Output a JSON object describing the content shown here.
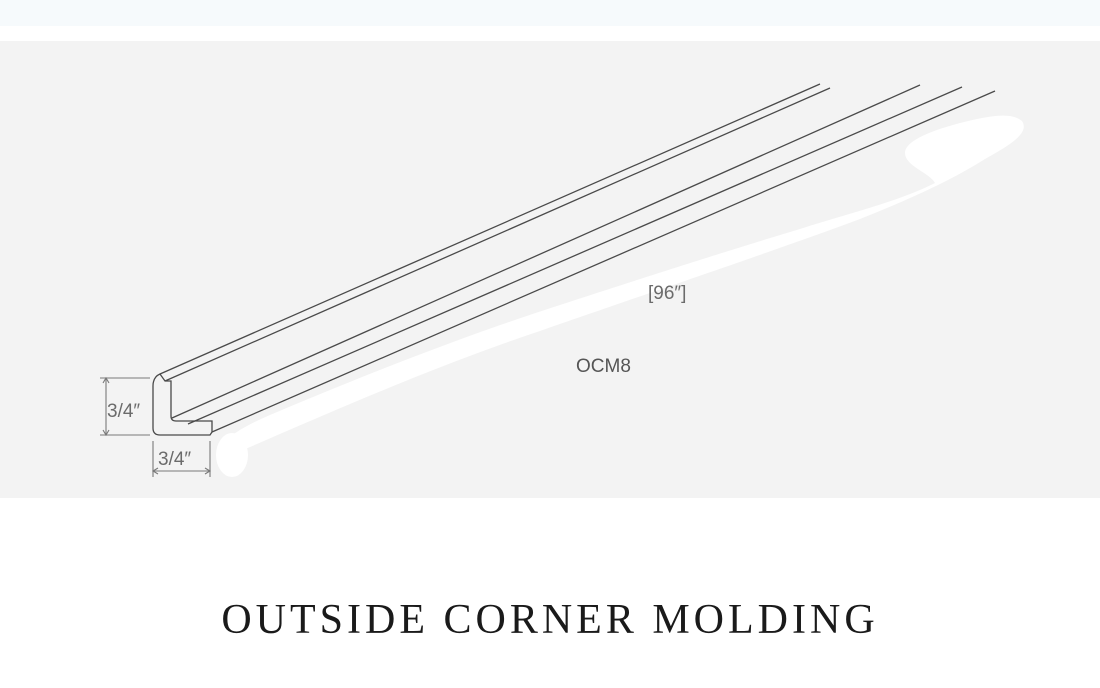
{
  "drawing": {
    "length_label": "[96″]",
    "product_code": "OCM8",
    "height_label": "3/4″",
    "width_label": "3/4″"
  },
  "title": "OUTSIDE CORNER MOLDING",
  "colors": {
    "panel_background": "#f3f3f3",
    "line_color": "#4a4a4a",
    "title_color": "#1a1a1a"
  }
}
